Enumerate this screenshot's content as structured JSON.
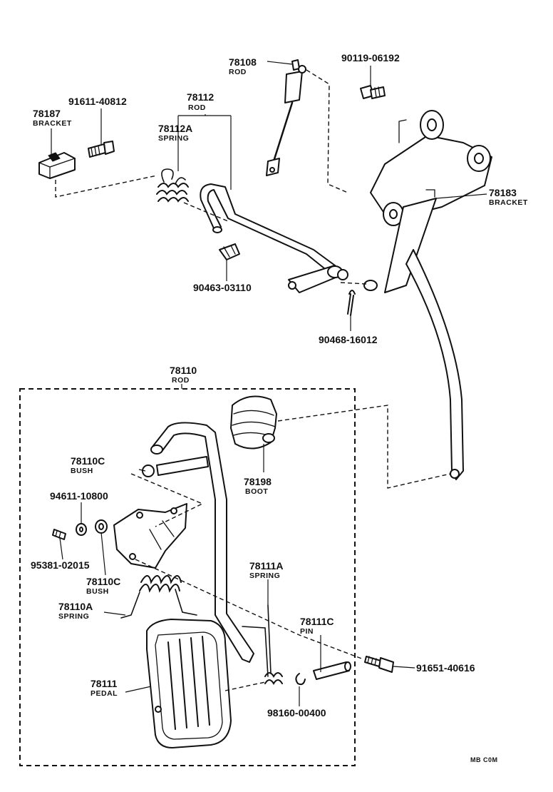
{
  "parts": [
    {
      "id": "78108",
      "name": "ROD"
    },
    {
      "id": "90119-06192",
      "name": ""
    },
    {
      "id": "91611-40812",
      "name": ""
    },
    {
      "id": "78112",
      "name": "ROD"
    },
    {
      "id": "78187",
      "name": "BRACKET"
    },
    {
      "id": "78112A",
      "name": "SPRING"
    },
    {
      "id": "78183",
      "name": "BRACKET"
    },
    {
      "id": "90463-03110",
      "name": ""
    },
    {
      "id": "90468-16012",
      "name": ""
    },
    {
      "id": "78110",
      "name": "ROD"
    },
    {
      "id": "78110C",
      "name": "BUSH"
    },
    {
      "id": "78198",
      "name": "BOOT"
    },
    {
      "id": "94611-10800",
      "name": ""
    },
    {
      "id": "95381-02015",
      "name": ""
    },
    {
      "id": "78110C",
      "name": "BUSH"
    },
    {
      "id": "78111A",
      "name": "SPRING"
    },
    {
      "id": "78110A",
      "name": "SPRING"
    },
    {
      "id": "78111C",
      "name": "PIN"
    },
    {
      "id": "91651-40616",
      "name": ""
    },
    {
      "id": "78111",
      "name": "PEDAL"
    },
    {
      "id": "98160-00400",
      "name": ""
    }
  ],
  "footer": {
    "code": "MB C0M"
  }
}
